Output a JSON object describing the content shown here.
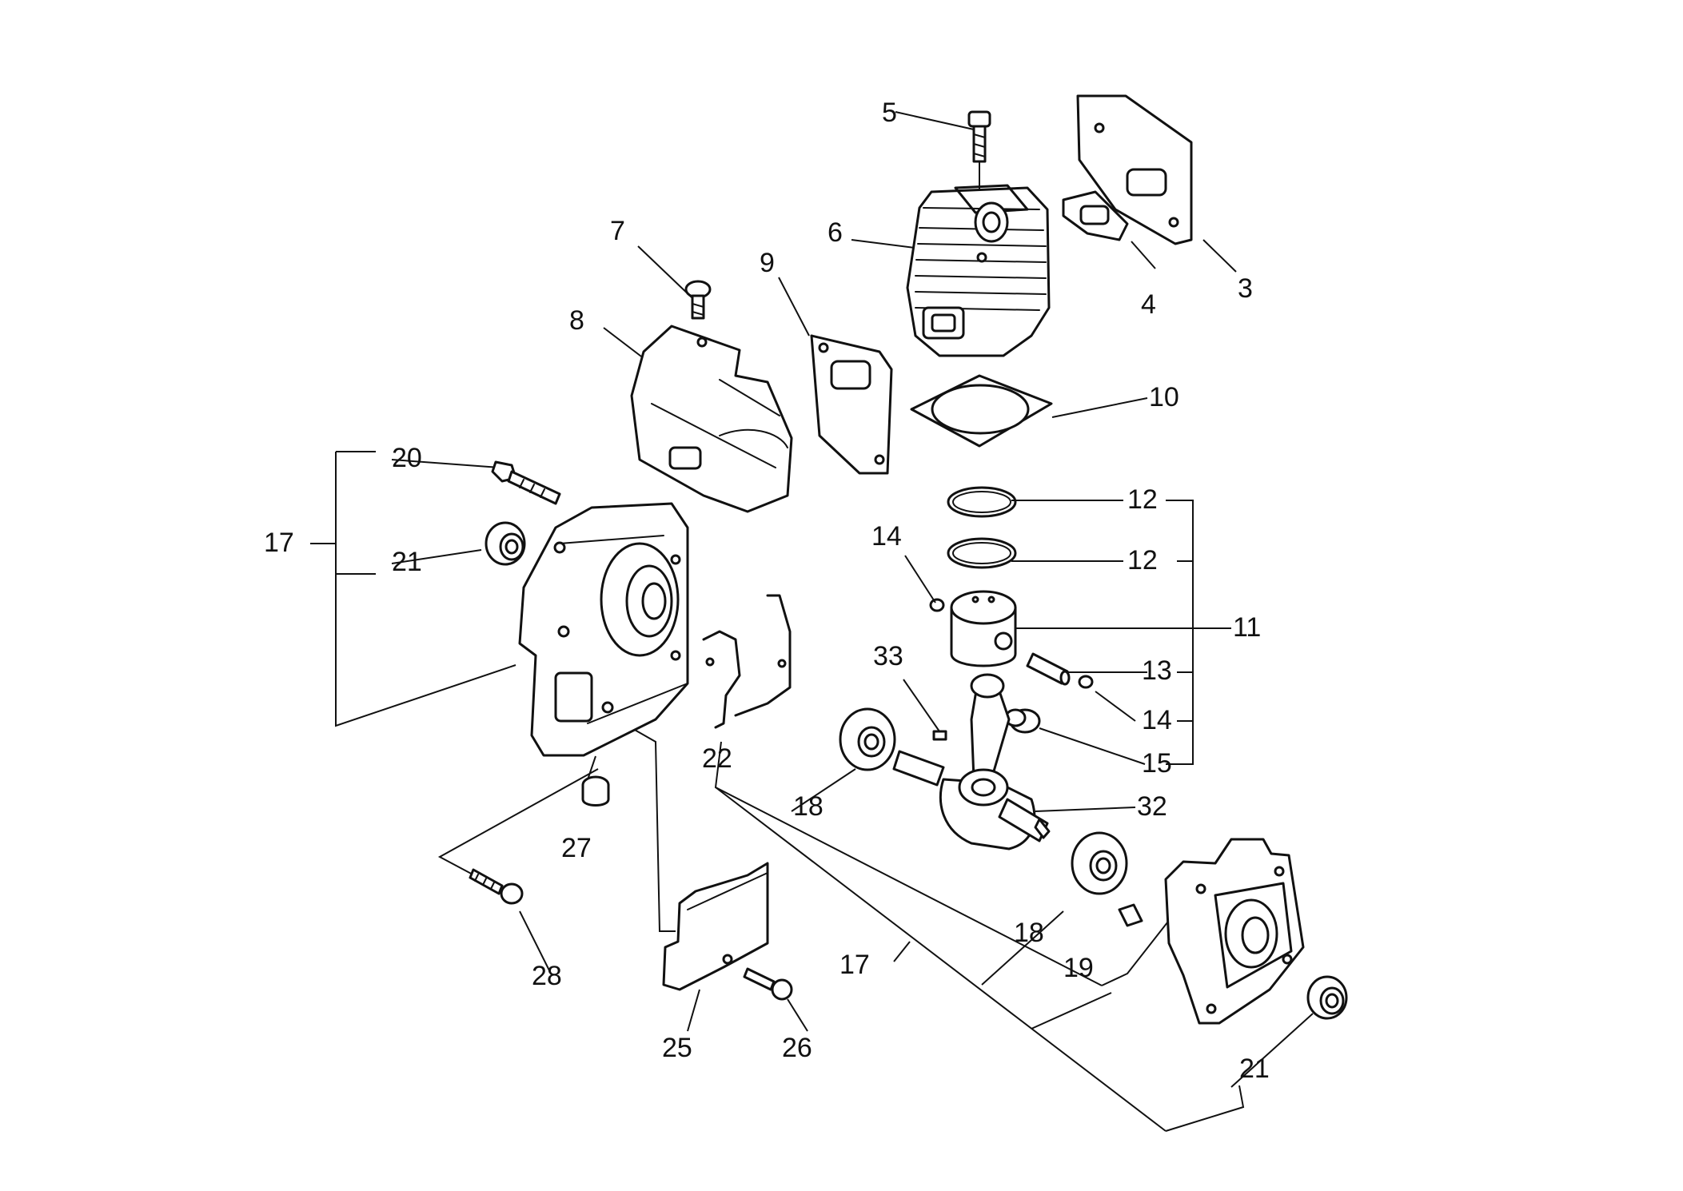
{
  "callouts": [
    {
      "id": "c3",
      "label": "3"
    },
    {
      "id": "c4",
      "label": "4"
    },
    {
      "id": "c5",
      "label": "5"
    },
    {
      "id": "c6",
      "label": "6"
    },
    {
      "id": "c7",
      "label": "7"
    },
    {
      "id": "c8",
      "label": "8"
    },
    {
      "id": "c9",
      "label": "9"
    },
    {
      "id": "c10",
      "label": "10"
    },
    {
      "id": "c11",
      "label": "11"
    },
    {
      "id": "c12a",
      "label": "12"
    },
    {
      "id": "c12b",
      "label": "12"
    },
    {
      "id": "c13",
      "label": "13"
    },
    {
      "id": "c14a",
      "label": "14"
    },
    {
      "id": "c14b",
      "label": "14"
    },
    {
      "id": "c15",
      "label": "15"
    },
    {
      "id": "c17a",
      "label": "17"
    },
    {
      "id": "c17b",
      "label": "17"
    },
    {
      "id": "c18a",
      "label": "18"
    },
    {
      "id": "c18b",
      "label": "18"
    },
    {
      "id": "c19",
      "label": "19"
    },
    {
      "id": "c20",
      "label": "20"
    },
    {
      "id": "c21a",
      "label": "21"
    },
    {
      "id": "c21b",
      "label": "21"
    },
    {
      "id": "c22",
      "label": "22"
    },
    {
      "id": "c25",
      "label": "25"
    },
    {
      "id": "c26",
      "label": "26"
    },
    {
      "id": "c27",
      "label": "27"
    },
    {
      "id": "c28",
      "label": "28"
    },
    {
      "id": "c32",
      "label": "32"
    },
    {
      "id": "c33",
      "label": "33"
    }
  ]
}
